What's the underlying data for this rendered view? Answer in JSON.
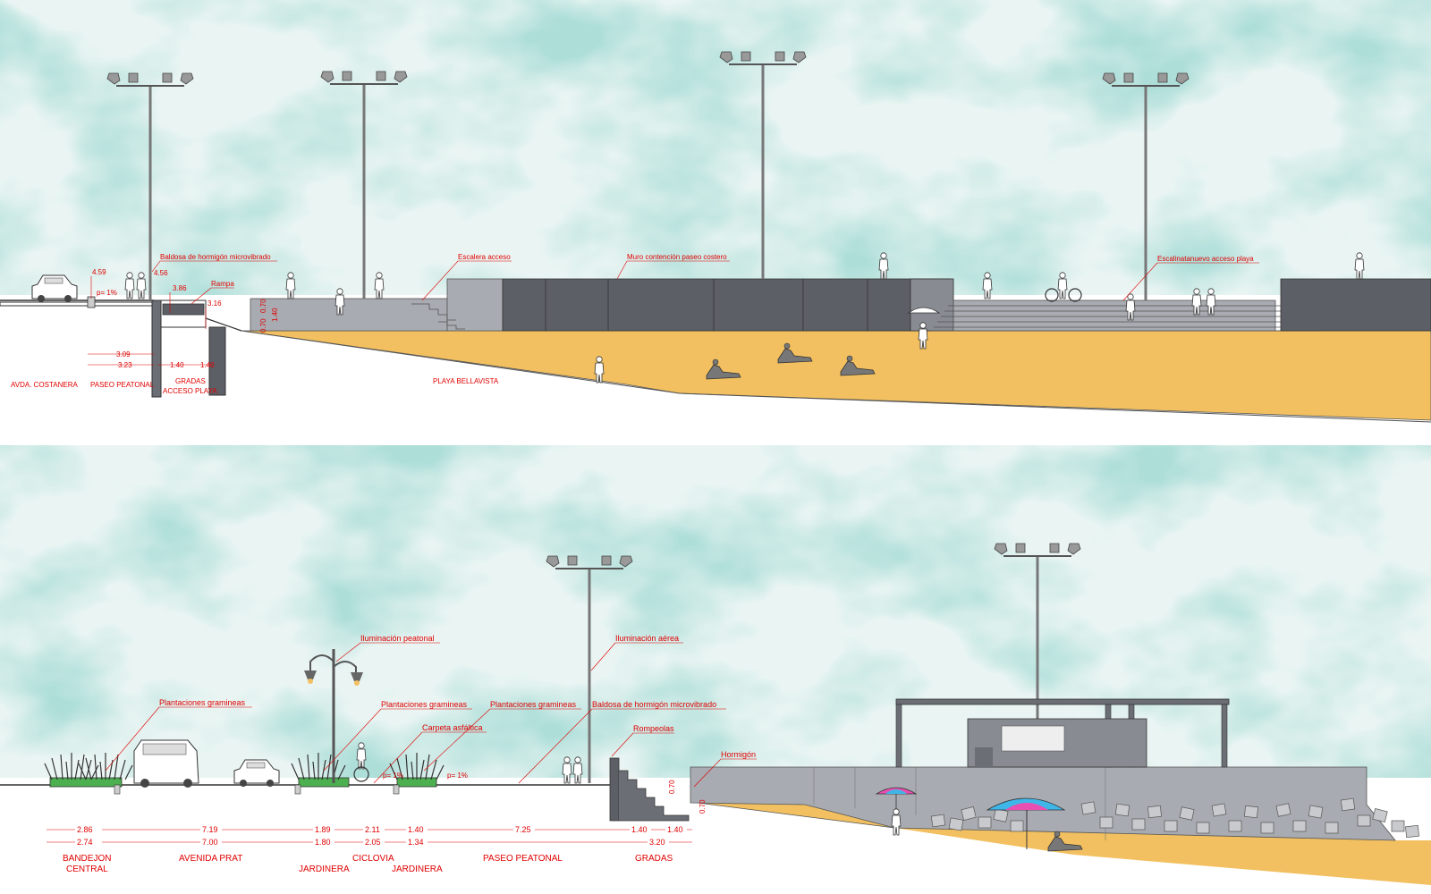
{
  "colors": {
    "sky_light": "#e8f4f2",
    "sky_teal": "#6fbcb0",
    "sand": "#f2c060",
    "wall_dark": "#5c5f66",
    "wall_mid": "#888b92",
    "wall_light": "#a8abb1",
    "plant_green": "#4caf50",
    "annotation_red": "#e00000",
    "umbrella_blue": "#3fb6e8",
    "umbrella_pink": "#e94fb0"
  },
  "section_top": {
    "labels": {
      "baldosa": "Baldosa de hormigón microvibrado",
      "rampa": "Rampa",
      "escalera": "Escalera acceso",
      "muro": "Muro contención paseo costero",
      "escalinata": "Escalinatanuevo acceso playa"
    },
    "dimensions": {
      "d459": "4.59",
      "d456": "4.56",
      "slope": "p= 1%",
      "d386": "3.86",
      "d316": "3.16",
      "d070a": "0.70",
      "d070b": "0.70",
      "d140v": "1.40",
      "d309": "3.09",
      "d323": "3.23",
      "d140": "1.40",
      "d140b": "1.40"
    },
    "zones": {
      "avda": "AVDA. COSTANERA",
      "paseo": "PASEO PEATONAL",
      "gradas": "GRADAS",
      "acceso": "ACCESO PLAYA",
      "playa": "PLAYA BELLAVISTA"
    }
  },
  "section_bottom": {
    "labels": {
      "plantaciones1": "Plantaciones gramineas",
      "iluminacion_peatonal": "Iluminación peatonal",
      "plantaciones2": "Plantaciones gramineas",
      "carpeta": "Carpeta asfáltica",
      "plantaciones3": "Plantaciones gramineas",
      "baldosa": "Baldosa de hormigón microvibrado",
      "iluminacion_aerea": "Iluminación aérea",
      "rompeolas": "Rompeolas",
      "hormigon": "Hormigón",
      "slope1": "p= 1%",
      "slope2": "p= 1%",
      "d070a": "0.70",
      "d070b": "0.70"
    },
    "dims_row1": [
      "2.86",
      "7.19",
      "1.89",
      "2.11",
      "1.40",
      "7.25",
      "1.40",
      "1.40"
    ],
    "dims_row2": [
      "2.74",
      "7.00",
      "1.80",
      "2.05",
      "1.34",
      "3.20"
    ],
    "zones": {
      "bandejon": "BANDEJON",
      "central": "CENTRAL",
      "avenida": "AVENIDA PRAT",
      "jardinera1": "JARDINERA",
      "ciclovia": "CICLOVIA",
      "jardinera2": "JARDINERA",
      "paseo": "PASEO PEATONAL",
      "gradas": "GRADAS"
    }
  }
}
